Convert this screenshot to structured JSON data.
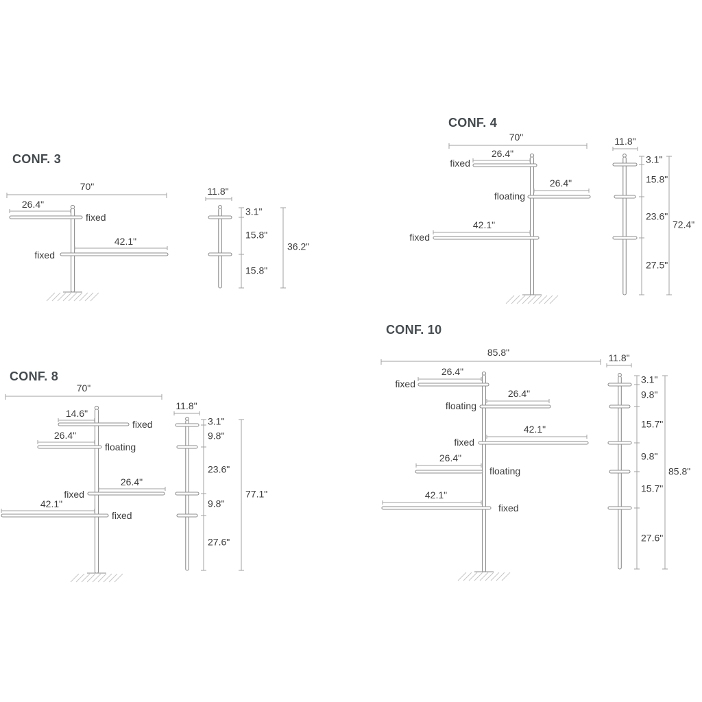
{
  "configs": [
    {
      "name": "CONF. 3",
      "front": {
        "overall_width": "70\"",
        "shelves": [
          {
            "width": "26.4\"",
            "mount": "fixed"
          },
          {
            "width": "42.1\"",
            "mount": "fixed"
          }
        ]
      },
      "side": {
        "depth": "11.8\"",
        "spacings": [
          "3.1\"",
          "15.8\"",
          "15.8\""
        ],
        "overall_height": "36.2\""
      }
    },
    {
      "name": "CONF. 4",
      "front": {
        "overall_width": "70\"",
        "shelves": [
          {
            "width": "26.4\"",
            "mount": "fixed"
          },
          {
            "width": "26.4\"",
            "mount": "floating"
          },
          {
            "width": "42.1\"",
            "mount": "fixed"
          }
        ]
      },
      "side": {
        "depth": "11.8\"",
        "spacings": [
          "3.1\"",
          "15.8\"",
          "23.6\"",
          "27.5\""
        ],
        "overall_height": "72.4\""
      }
    },
    {
      "name": "CONF. 8",
      "front": {
        "overall_width": "70\"",
        "shelves": [
          {
            "width": "14.6\"",
            "mount": "fixed"
          },
          {
            "width": "26.4\"",
            "mount": "floating"
          },
          {
            "width": "26.4\"",
            "mount": "fixed"
          },
          {
            "width": "42.1\"",
            "mount": "fixed"
          }
        ]
      },
      "side": {
        "depth": "11.8\"",
        "spacings": [
          "3.1\"",
          "9.8\"",
          "23.6\"",
          "9.8\"",
          "27.6\""
        ],
        "overall_height": "77.1\""
      }
    },
    {
      "name": "CONF. 10",
      "front": {
        "overall_width": "85.8\"",
        "shelves": [
          {
            "width": "26.4\"",
            "mount": "fixed"
          },
          {
            "width": "26.4\"",
            "mount": "floating"
          },
          {
            "width": "42.1\"",
            "mount": "fixed"
          },
          {
            "width": "26.4\"",
            "mount": "floating"
          },
          {
            "width": "42.1\"",
            "mount": "fixed"
          }
        ]
      },
      "side": {
        "depth": "11.8\"",
        "spacings": [
          "3.1\"",
          "9.8\"",
          "15.7\"",
          "9.8\"",
          "15.7\"",
          "27.6\""
        ],
        "overall_height": "85.8\""
      }
    }
  ],
  "colors": {
    "line": "#a2a2a2",
    "structure": "#8d8d8d",
    "text": "#3c3c3c",
    "title": "#454b4f"
  }
}
